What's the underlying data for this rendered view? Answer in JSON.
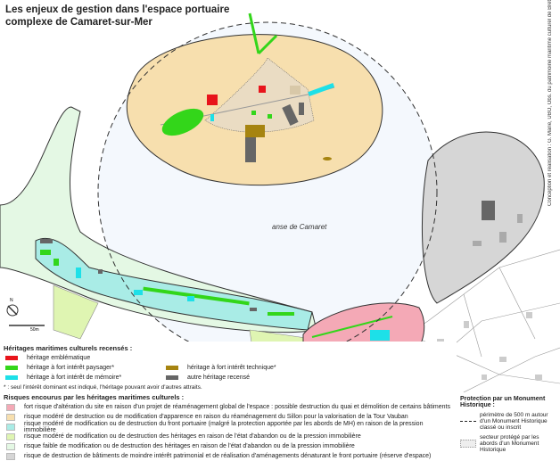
{
  "title": "Les enjeux de gestion dans l'espace portuaire complexe de Camaret-sur-Mer",
  "credit": "Conception et réalisation : G. Marie, UBO, Obs. du patrimoine maritime culturel de Bretagne",
  "map": {
    "water_label": "anse de Camaret",
    "scale_label": "50m",
    "north_label": "N"
  },
  "heritage": {
    "heading": "Héritages maritimes culturels recensés :",
    "items": [
      {
        "label": "héritage emblématique",
        "color": "#e8141b"
      },
      {
        "label": "héritage à fort intérêt paysager*",
        "color": "#33d61a"
      },
      {
        "label": "héritage à fort intérêt technique*",
        "color": "#a68410"
      },
      {
        "label": "héritage à fort intérêt de mémoire*",
        "color": "#1de0e8"
      },
      {
        "label": "autre héritage recensé",
        "color": "#666666"
      }
    ],
    "note": "* : seul l'intérêt dominant est indiqué, l'héritage pouvant avoir d'autres attraits."
  },
  "risks": {
    "heading": "Risques encourus par les héritages maritimes culturels :",
    "items": [
      {
        "label": "fort risque d'altération du site en raison d'un projet de réaménagement global de l'espace : possible destruction du quai et démolition de certains bâtiments",
        "color": "#f4a9b6"
      },
      {
        "label": "risque modéré de destruction ou de modification d'apparence en raison du réaménagement du Sillon pour la valorisation de la Tour Vauban",
        "color": "#f7dfae"
      },
      {
        "label": "risque modéré de modification ou de destruction du front portuaire (malgré la protection apportée par les abords de MH) en raison de la pression immobilière",
        "color": "#a9ece6"
      },
      {
        "label": "risque modéré de modification ou de destruction des héritages en raison de l'état d'abandon ou de la pression immobilière",
        "color": "#dff5b2"
      },
      {
        "label": "risque faible de modification ou de destruction des héritages en raison de l'état d'abandon ou de la pression immobilière",
        "color": "#e4f8e4"
      },
      {
        "label": "risque de destruction de bâtiments de moindre intérêt patrimonial et de réalisation d'aménagements dénaturant le front portuaire (réserve d'espace)",
        "color": "#d6d6d6"
      }
    ]
  },
  "protection": {
    "heading": "Protection par un Monument Historique :",
    "items": [
      {
        "label": "périmètre de 500 m autour d'un Monument Historique classé ou inscrit"
      },
      {
        "label": "secteur protégé par les abords d'un Monument Historique"
      }
    ]
  }
}
